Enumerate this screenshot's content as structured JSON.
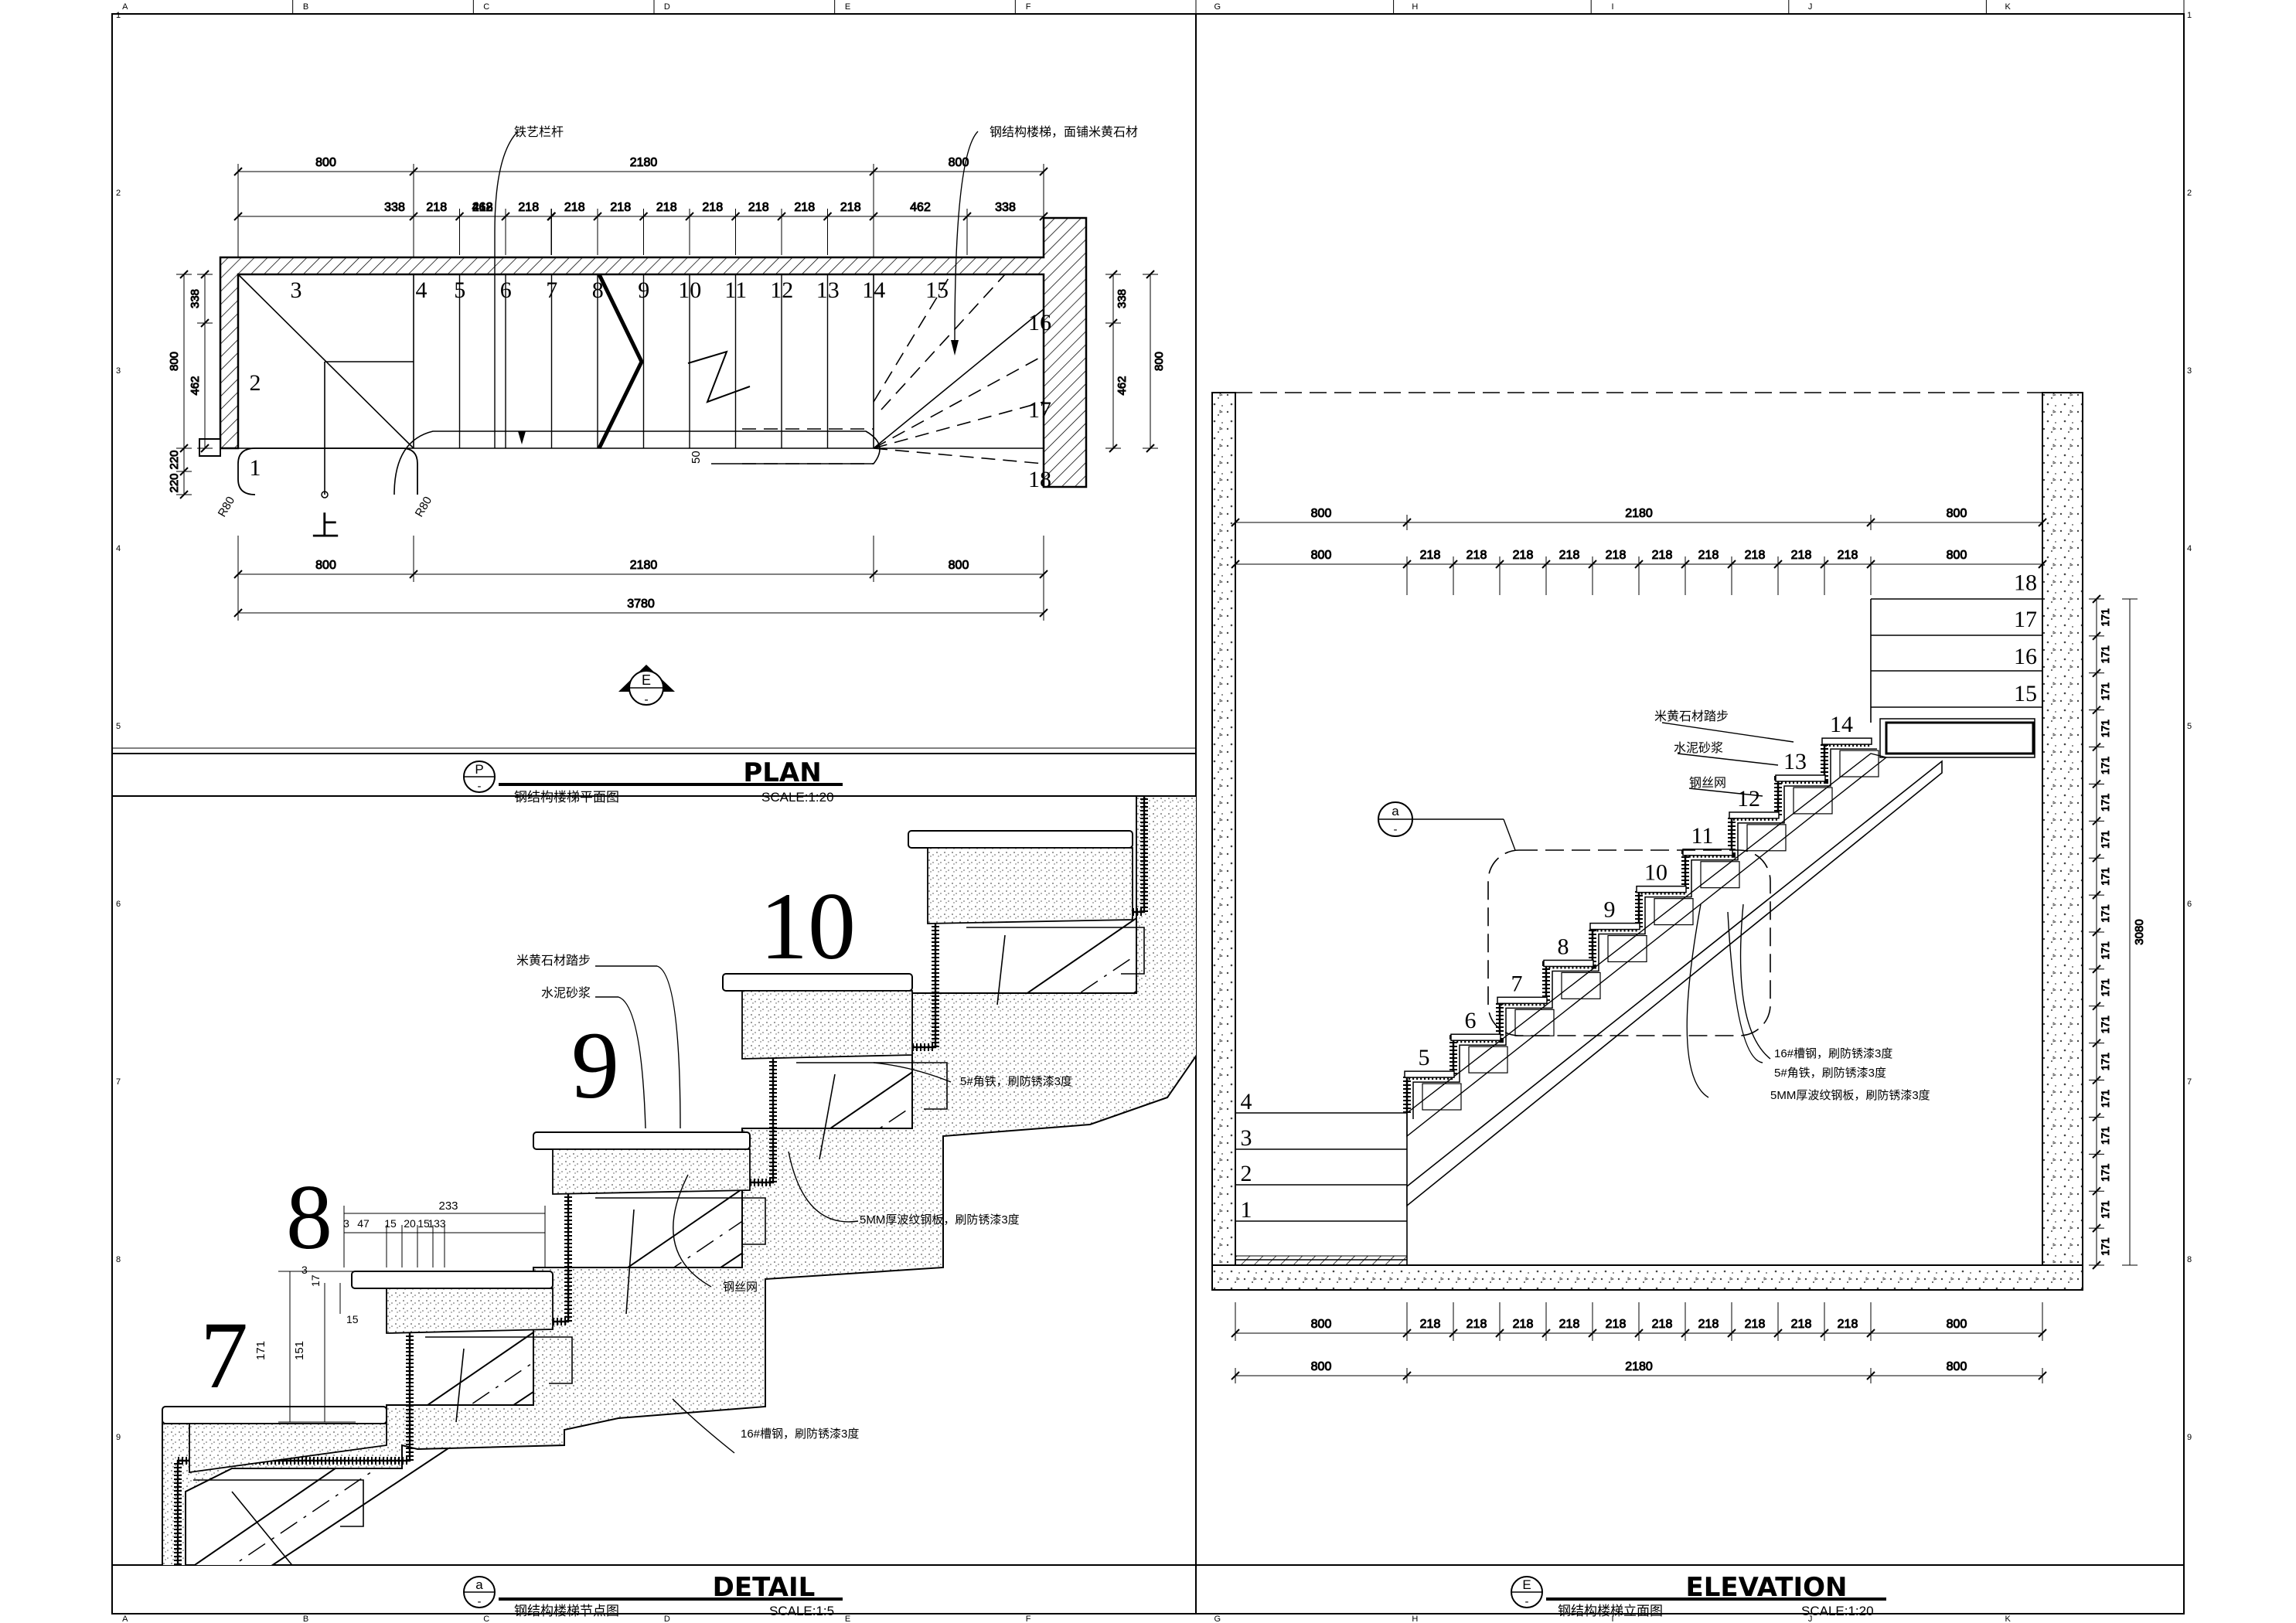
{
  "sheet": {
    "grid_letters_left": [
      "A",
      "B",
      "C",
      "D",
      "E",
      "F"
    ],
    "grid_letters_right": [
      "G",
      "H",
      "I",
      "J",
      "K"
    ],
    "grid_numbers": [
      "1",
      "2",
      "3",
      "4",
      "5",
      "6",
      "7",
      "8",
      "9"
    ]
  },
  "plan": {
    "top_dims_row1": [
      "800",
      "2180",
      "800"
    ],
    "top_dims_row2": [
      "338",
      "462",
      "218",
      "218",
      "218",
      "218",
      "218",
      "218",
      "218",
      "218",
      "218",
      "218",
      "462",
      "338"
    ],
    "bottom_dims_row1": [
      "800",
      "2180",
      "800"
    ],
    "bottom_total": "3780",
    "left_dims_outer": [
      "800",
      "220",
      "220"
    ],
    "left_dims_inner": [
      "338",
      "462"
    ],
    "right_dims_outer": "800",
    "right_dims_inner": [
      "338",
      "462"
    ],
    "step_numbers": [
      "1",
      "2",
      "3",
      "4",
      "5",
      "6",
      "7",
      "8",
      "9",
      "10",
      "11",
      "12",
      "13",
      "14",
      "15",
      "16",
      "17",
      "18"
    ],
    "label_railing": "铁艺栏杆",
    "label_structure": "钢结构楼梯，面铺米黄石材",
    "label_up": "上",
    "r80_left": "R80",
    "r80_right": "R80",
    "dim_50": "50",
    "section_mark": "E",
    "section_sub": "-",
    "title_en": "PLAN",
    "title_cn": "钢结构楼梯平面图",
    "scale": "SCALE:1:20",
    "title_mark": "P",
    "title_mark_sub": "-"
  },
  "detail": {
    "step_numbers": [
      "7",
      "8",
      "9",
      "10"
    ],
    "label_stone": "米黄石材踏步",
    "label_mortar": "水泥砂浆",
    "label_angle": "5#角铁，刷防锈漆3度",
    "label_plate": "5MM厚波纹钢板，刷防锈漆3度",
    "label_mesh": "钢丝网",
    "label_channel": "16#槽钢，刷防锈漆3度",
    "dim_233": "233",
    "dims_row": [
      "3",
      "47",
      "15",
      "20",
      "15",
      "133"
    ],
    "dim_171": "171",
    "dim_151": "151",
    "dim_17": "17",
    "dim_15": "15",
    "dim_3": "3",
    "title_en": "DETAIL",
    "title_cn": "钢结构楼梯节点图",
    "scale": "SCALE:1:5",
    "title_mark": "a",
    "title_mark_sub": "-"
  },
  "elevation": {
    "top_dims_row1": [
      "800",
      "2180",
      "800"
    ],
    "top_dims_row2": [
      "800",
      "218",
      "218",
      "218",
      "218",
      "218",
      "218",
      "218",
      "218",
      "218",
      "218",
      "800"
    ],
    "bottom_dims_row1": [
      "800",
      "218",
      "218",
      "218",
      "218",
      "218",
      "218",
      "218",
      "218",
      "218",
      "218",
      "800"
    ],
    "bottom_dims_row2": [
      "800",
      "2180",
      "800"
    ],
    "right_dims": [
      "171",
      "171",
      "171",
      "171",
      "171",
      "171",
      "171",
      "171",
      "171",
      "171",
      "171",
      "171",
      "171",
      "171",
      "171",
      "171",
      "171",
      "171"
    ],
    "right_total": "3080",
    "step_numbers": [
      "1",
      "2",
      "3",
      "4",
      "5",
      "6",
      "7",
      "8",
      "9",
      "10",
      "11",
      "12",
      "13",
      "14",
      "15",
      "16",
      "17",
      "18"
    ],
    "label_stone": "米黄石材踏步",
    "label_mortar": "水泥砂浆",
    "label_mesh": "钢丝网",
    "label_channel": "16#槽钢，刷防锈漆3度",
    "label_angle": "5#角铁，刷防锈漆3度",
    "label_plate": "5MM厚波纹钢板，刷防锈漆3度",
    "detail_mark": "a",
    "detail_mark_sub": "-",
    "title_en": "ELEVATION",
    "title_cn": "钢结构楼梯立面图",
    "scale": "SCALE:1:20",
    "title_mark": "E",
    "title_mark_sub": "-"
  }
}
